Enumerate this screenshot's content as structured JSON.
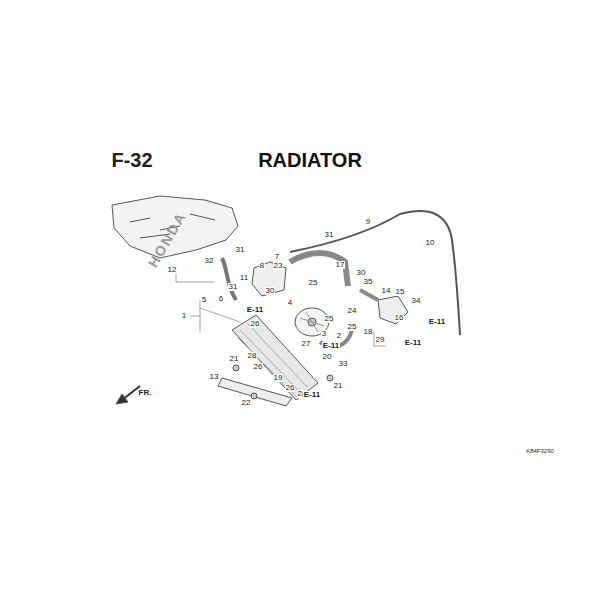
{
  "diagram": {
    "title": "RADIATOR",
    "labels": [
      "F-32",
      "31",
      "9",
      "10",
      "12",
      "32",
      "31",
      "7",
      "8",
      "23",
      "17",
      "30",
      "11",
      "31",
      "30",
      "25",
      "35",
      "14",
      "15",
      "34",
      "16",
      "5",
      "6",
      "4",
      "24",
      "25",
      "1",
      "E-11",
      "26",
      "25",
      "3",
      "2",
      "27",
      "E-11",
      "E-11",
      "18",
      "29",
      "E-11",
      "21",
      "20",
      "33",
      "28",
      "26",
      "19",
      "26",
      "28",
      "13",
      "21",
      "E-11",
      "22",
      "FR.",
      "K84F3290",
      "HONDA"
    ]
  }
}
